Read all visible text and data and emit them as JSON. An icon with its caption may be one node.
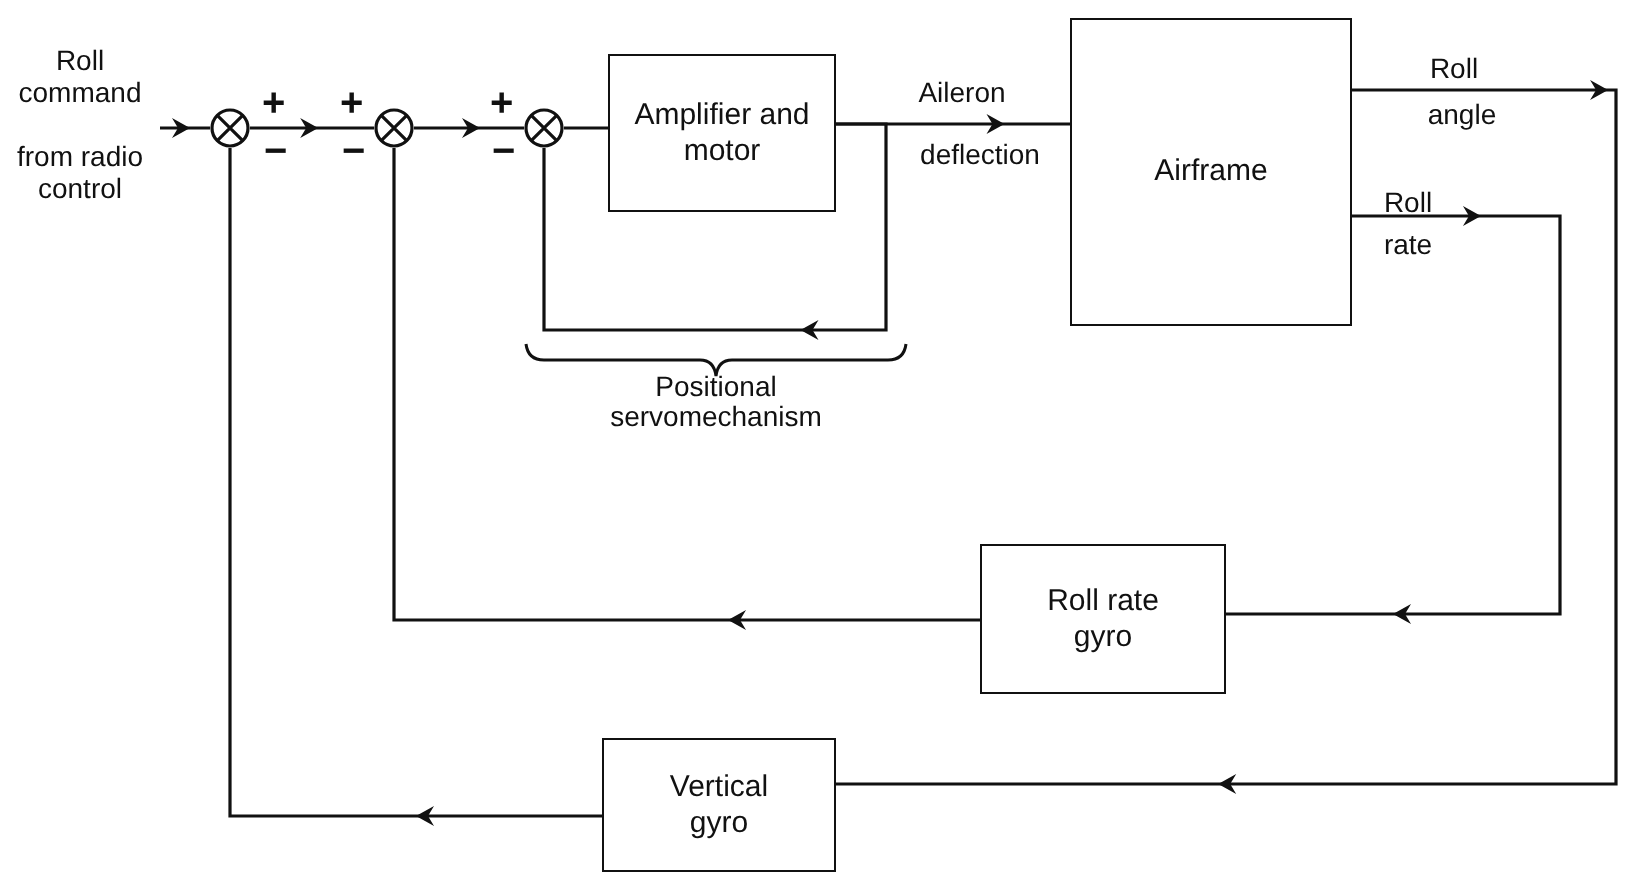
{
  "diagram": {
    "nodes": [
      {
        "text": [
          "Roll command",
          "from radio control"
        ]
      },
      {
        "text": [],
        "shape": "circle"
      },
      {
        "text": [],
        "shape": "circle"
      },
      {
        "text": [],
        "shape": "circle"
      },
      {
        "text": [
          "Amplifier and motor"
        ]
      },
      {
        "text": [
          "Airframe"
        ]
      },
      {
        "text": [
          "Roll rate gyro"
        ]
      },
      {
        "text": [
          "Vertical gyro"
        ]
      }
    ],
    "edges": [
      {
        "from": 0,
        "to": 1,
        "arrow": "to"
      },
      {
        "from": 1,
        "to": 2,
        "arrow": "to"
      },
      {
        "from": 2,
        "to": 3,
        "arrow": "to"
      },
      {
        "from": 3,
        "to": 4,
        "arrow": "none"
      },
      {
        "from": 4,
        "to": 5,
        "arrow": "to",
        "label": "Aileron"
      },
      {
        "from": 4,
        "to": 3,
        "arrow": "to"
      },
      {
        "from": 5,
        "to": 7,
        "arrow": "to",
        "label": "Roll"
      },
      {
        "from": 5,
        "to": 6,
        "arrow": "to",
        "label": "Roll"
      },
      {
        "from": 6,
        "to": 2,
        "arrow": "to"
      },
      {
        "from": 7,
        "to": 1,
        "arrow": "to"
      }
    ],
    "labels": [
      "+",
      "−",
      "+",
      "−",
      "+",
      "−",
      "deflection",
      "angle",
      "rate",
      "Positional servomechanism"
    ]
  }
}
